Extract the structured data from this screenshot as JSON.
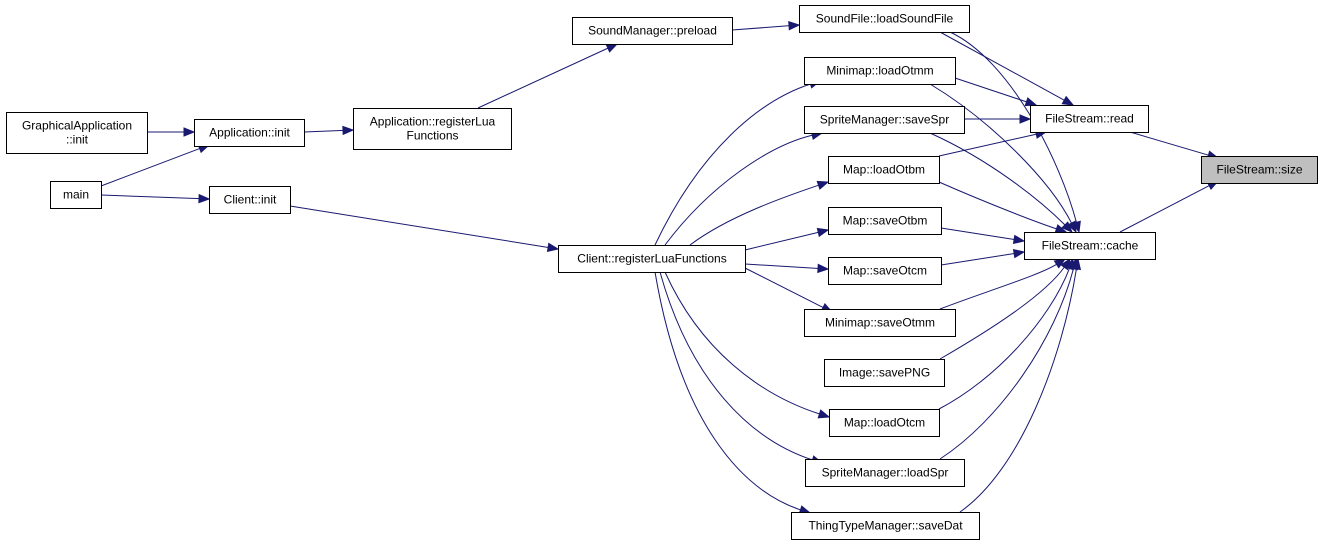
{
  "diagram": {
    "type": "call-graph",
    "colors": {
      "edge": "#191970",
      "node_border": "#000000",
      "highlight_fill": "#bfbfbf",
      "background": "#ffffff"
    },
    "nodes": [
      {
        "id": "main",
        "lines": [
          "main"
        ]
      },
      {
        "id": "graphical-application-init",
        "lines": [
          "GraphicalApplication",
          "::init"
        ]
      },
      {
        "id": "application-init",
        "lines": [
          "Application::init"
        ]
      },
      {
        "id": "application-register-lua-functions",
        "lines": [
          "Application::registerLua",
          "Functions"
        ]
      },
      {
        "id": "client-init",
        "lines": [
          "Client::init"
        ]
      },
      {
        "id": "client-register-lua-functions",
        "lines": [
          "Client::registerLuaFunctions"
        ]
      },
      {
        "id": "sound-manager-preload",
        "lines": [
          "SoundManager::preload"
        ]
      },
      {
        "id": "sound-file-load-sound-file",
        "lines": [
          "SoundFile::loadSoundFile"
        ]
      },
      {
        "id": "minimap-load-otmm",
        "lines": [
          "Minimap::loadOtmm"
        ]
      },
      {
        "id": "sprite-manager-save-spr",
        "lines": [
          "SpriteManager::saveSpr"
        ]
      },
      {
        "id": "map-load-otbm",
        "lines": [
          "Map::loadOtbm"
        ]
      },
      {
        "id": "map-save-otbm",
        "lines": [
          "Map::saveOtbm"
        ]
      },
      {
        "id": "map-save-otcm",
        "lines": [
          "Map::saveOtcm"
        ]
      },
      {
        "id": "minimap-save-otmm",
        "lines": [
          "Minimap::saveOtmm"
        ]
      },
      {
        "id": "image-save-png",
        "lines": [
          "Image::savePNG"
        ]
      },
      {
        "id": "map-load-otcm",
        "lines": [
          "Map::loadOtcm"
        ]
      },
      {
        "id": "sprite-manager-load-spr",
        "lines": [
          "SpriteManager::loadSpr"
        ]
      },
      {
        "id": "thing-type-manager-save-dat",
        "lines": [
          "ThingTypeManager::saveDat"
        ]
      },
      {
        "id": "file-stream-read",
        "lines": [
          "FileStream::read"
        ]
      },
      {
        "id": "file-stream-cache",
        "lines": [
          "FileStream::cache"
        ]
      },
      {
        "id": "file-stream-size",
        "lines": [
          "FileStream::size"
        ],
        "highlight": true
      }
    ],
    "edges": [
      {
        "from": "graphical-application-init",
        "to": "application-init"
      },
      {
        "from": "main",
        "to": "application-init"
      },
      {
        "from": "main",
        "to": "client-init"
      },
      {
        "from": "application-init",
        "to": "application-register-lua-functions"
      },
      {
        "from": "application-register-lua-functions",
        "to": "sound-manager-preload"
      },
      {
        "from": "client-init",
        "to": "client-register-lua-functions"
      },
      {
        "from": "sound-manager-preload",
        "to": "sound-file-load-sound-file"
      },
      {
        "from": "client-register-lua-functions",
        "to": "minimap-load-otmm"
      },
      {
        "from": "client-register-lua-functions",
        "to": "sprite-manager-save-spr"
      },
      {
        "from": "client-register-lua-functions",
        "to": "map-load-otbm"
      },
      {
        "from": "client-register-lua-functions",
        "to": "map-save-otbm"
      },
      {
        "from": "client-register-lua-functions",
        "to": "map-save-otcm"
      },
      {
        "from": "client-register-lua-functions",
        "to": "minimap-save-otmm"
      },
      {
        "from": "client-register-lua-functions",
        "to": "map-load-otcm"
      },
      {
        "from": "client-register-lua-functions",
        "to": "sprite-manager-load-spr"
      },
      {
        "from": "client-register-lua-functions",
        "to": "thing-type-manager-save-dat"
      },
      {
        "from": "sound-file-load-sound-file",
        "to": "file-stream-read"
      },
      {
        "from": "sound-file-load-sound-file",
        "to": "file-stream-cache"
      },
      {
        "from": "minimap-load-otmm",
        "to": "file-stream-read"
      },
      {
        "from": "minimap-load-otmm",
        "to": "file-stream-cache"
      },
      {
        "from": "sprite-manager-save-spr",
        "to": "file-stream-read"
      },
      {
        "from": "sprite-manager-save-spr",
        "to": "file-stream-cache"
      },
      {
        "from": "map-load-otbm",
        "to": "file-stream-read"
      },
      {
        "from": "map-load-otbm",
        "to": "file-stream-cache"
      },
      {
        "from": "map-save-otbm",
        "to": "file-stream-cache"
      },
      {
        "from": "map-save-otcm",
        "to": "file-stream-cache"
      },
      {
        "from": "minimap-save-otmm",
        "to": "file-stream-cache"
      },
      {
        "from": "image-save-png",
        "to": "file-stream-cache"
      },
      {
        "from": "map-load-otcm",
        "to": "file-stream-cache"
      },
      {
        "from": "sprite-manager-load-spr",
        "to": "file-stream-cache"
      },
      {
        "from": "thing-type-manager-save-dat",
        "to": "file-stream-cache"
      },
      {
        "from": "file-stream-read",
        "to": "file-stream-size"
      },
      {
        "from": "file-stream-cache",
        "to": "file-stream-size"
      }
    ]
  }
}
